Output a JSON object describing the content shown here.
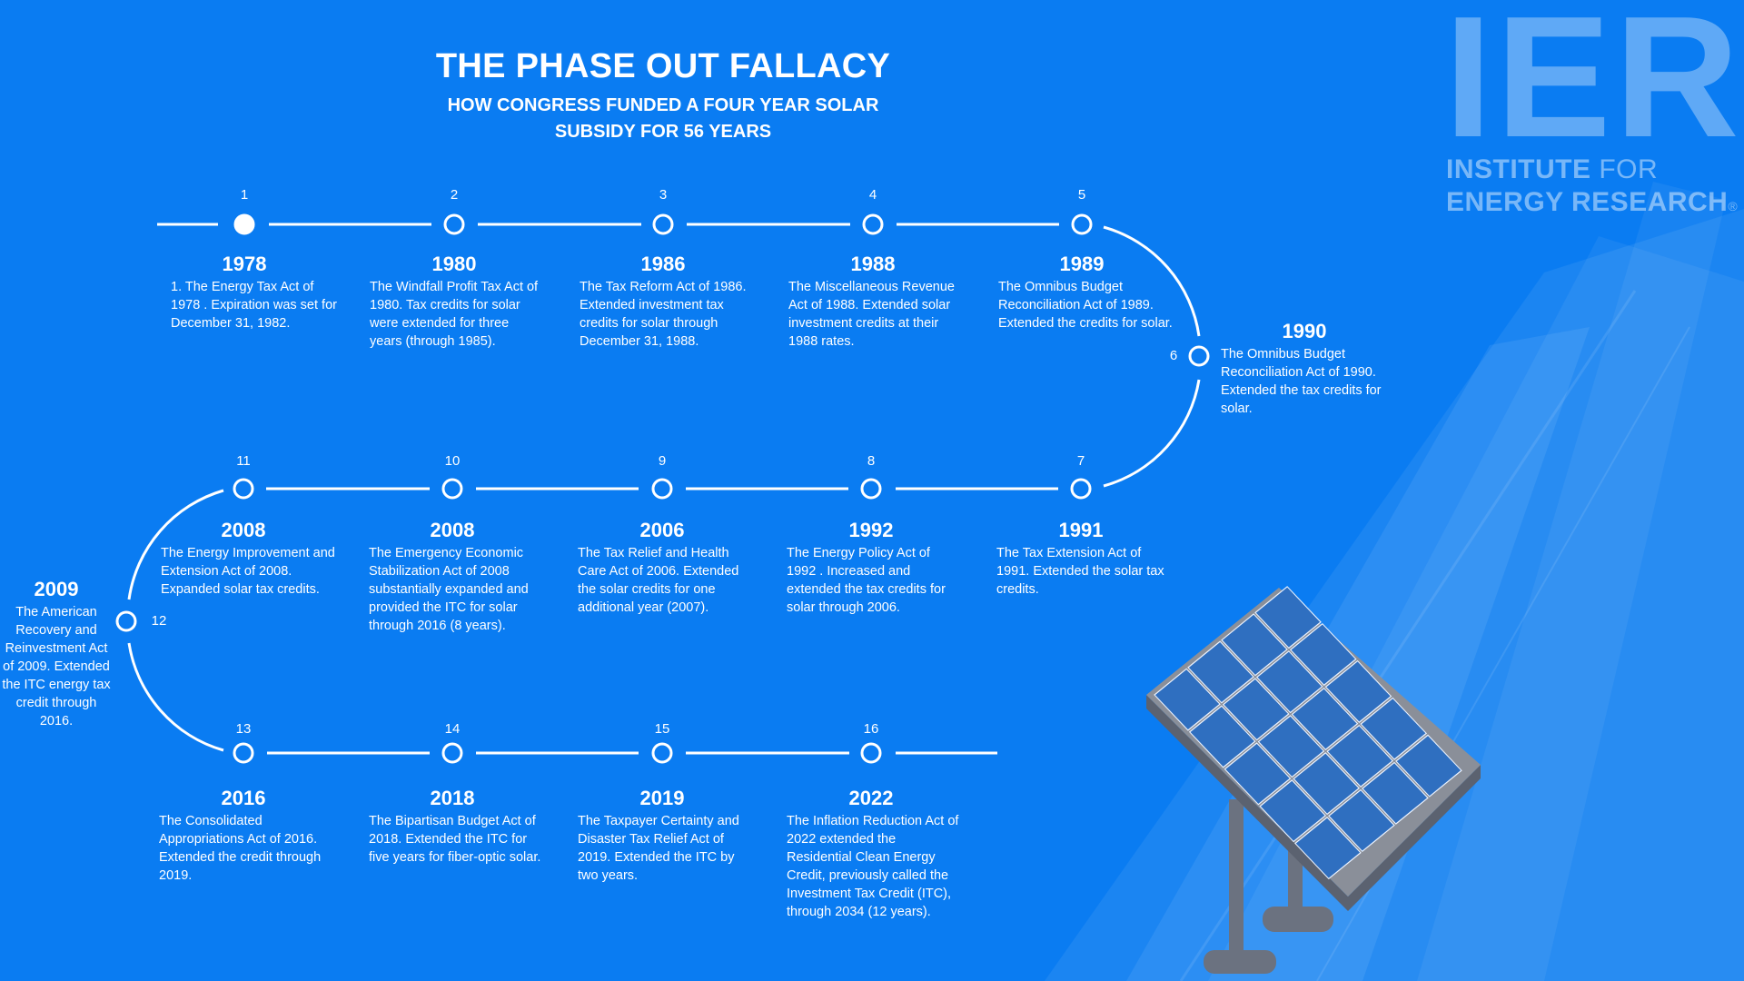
{
  "header": {
    "title": "THE PHASE OUT FALLACY",
    "subtitle_line1": "HOW CONGRESS FUNDED A FOUR YEAR SOLAR",
    "subtitle_line2": "SUBSIDY FOR 56 YEARS"
  },
  "logo": {
    "letters": "IER",
    "line1_bold": "INSTITUTE",
    "line1_light": " FOR",
    "line2": "ENERGY RESEARCH",
    "mark": "®"
  },
  "colors": {
    "background": "#0a7cf2",
    "line": "#ffffff",
    "panel": "#2f6fc0",
    "panel_frame": "#6b7280"
  },
  "timeline": [
    {
      "num": "1",
      "year": "1978",
      "text": "1. The Energy Tax Act of 1978 . Expiration was set for December 31, 1982."
    },
    {
      "num": "2",
      "year": "1980",
      "text": "The Windfall Profit Tax Act of 1980. Tax credits for solar were extended for three years (through 1985)."
    },
    {
      "num": "3",
      "year": "1986",
      "text": "The Tax Reform Act of 1986. Extended investment tax credits for solar through December 31, 1988."
    },
    {
      "num": "4",
      "year": "1988",
      "text": "The Miscellaneous Revenue Act of 1988. Extended solar investment credits at their 1988 rates."
    },
    {
      "num": "5",
      "year": "1989",
      "text": "The Omnibus Budget Reconciliation Act of 1989. Extended the credits for solar."
    },
    {
      "num": "6",
      "year": "1990",
      "text": "The Omnibus Budget Reconciliation Act of 1990. Extended the tax credits for solar."
    },
    {
      "num": "7",
      "year": "1991",
      "text": "The Tax Extension Act of 1991. Extended the solar tax credits."
    },
    {
      "num": "8",
      "year": "1992",
      "text": "The Energy Policy Act of 1992 . Increased and extended the tax credits for solar through 2006."
    },
    {
      "num": "9",
      "year": "2006",
      "text": "The Tax Relief and Health Care Act of 2006. Extended the solar credits for one additional year (2007)."
    },
    {
      "num": "10",
      "year": "2008",
      "text": "The Emergency Economic Stabilization Act of 2008 substantially expanded and provided the ITC for solar through 2016 (8 years)."
    },
    {
      "num": "11",
      "year": "2008",
      "text": "The Energy Improvement and Extension Act of 2008. Expanded solar tax credits."
    },
    {
      "num": "12",
      "year": "2009",
      "text": "The American Recovery and Reinvestment Act of 2009. Extended the ITC energy tax credit through 2016."
    },
    {
      "num": "13",
      "year": "2016",
      "text": "The Consolidated Appropriations Act of 2016. Extended the credit through 2019."
    },
    {
      "num": "14",
      "year": "2018",
      "text": "The Bipartisan Budget Act of 2018. Extended the ITC for five years for fiber-optic solar."
    },
    {
      "num": "15",
      "year": "2019",
      "text": "The Taxpayer Certainty and Disaster Tax Relief Act of 2019. Extended the ITC by two years."
    },
    {
      "num": "16",
      "year": "2022",
      "text": "The Inflation Reduction Act of 2022 extended the Residential Clean Energy Credit, previously called the Investment Tax Credit (ITC), through 2034 (12 years)."
    }
  ]
}
